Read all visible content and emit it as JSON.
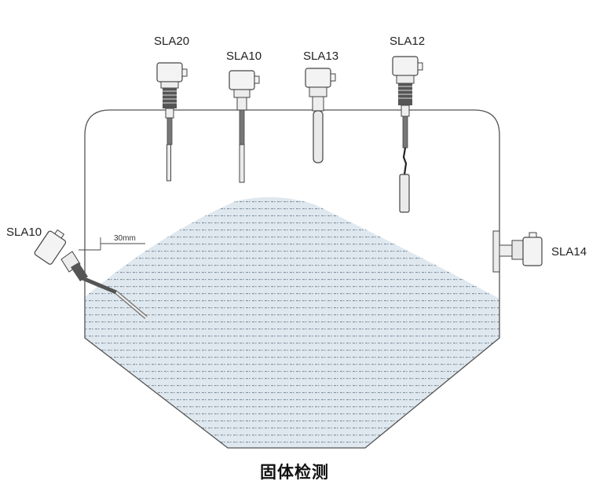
{
  "caption": "固体检测",
  "sensors": {
    "sla20": "SLA20",
    "sla10_top": "SLA10",
    "sla13": "SLA13",
    "sla12": "SLA12",
    "sla10_side": "SLA10",
    "sla14": "SLA14"
  },
  "dimension": "30mm",
  "colors": {
    "material_fill": "#dde7ef",
    "material_dots": "#7a8a98",
    "outline": "#555555",
    "sensor_body": "#f4f4f4"
  }
}
